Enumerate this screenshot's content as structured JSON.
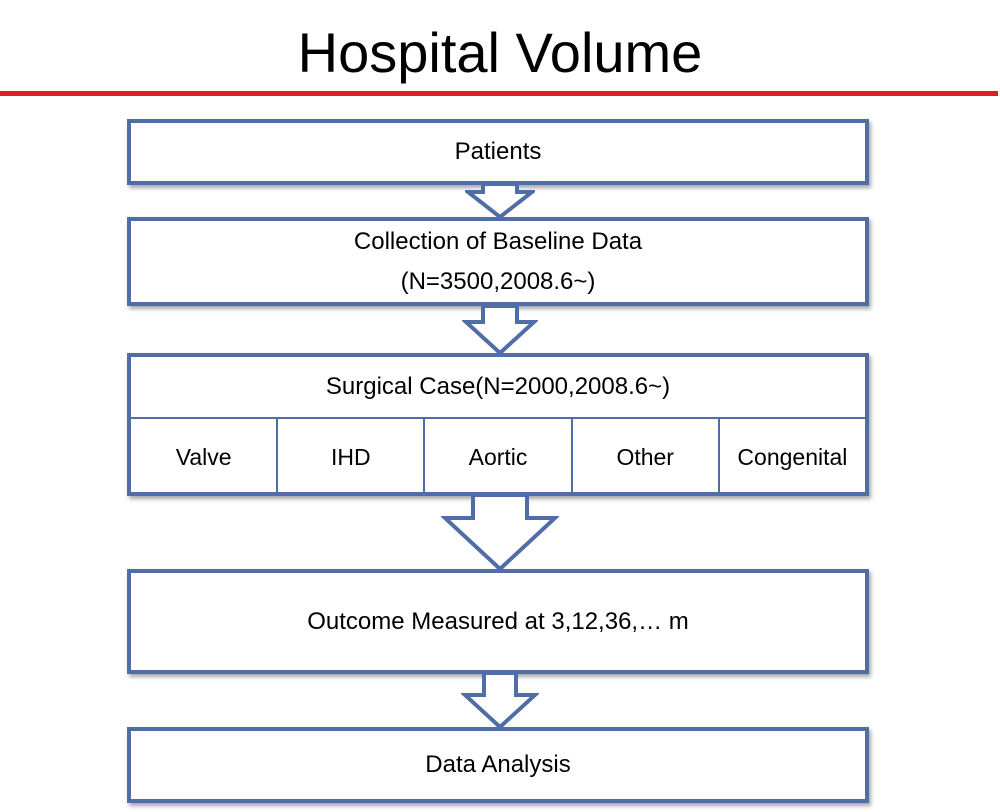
{
  "title": "Hospital Volume",
  "colors": {
    "accent_rule": "#e31b23",
    "box_border": "#4f6ea8"
  },
  "steps": {
    "patients": "Patients",
    "baseline": {
      "line1": "Collection of Baseline Data",
      "line2": "(N=3500,2008.6~)"
    },
    "surgical": {
      "title": "Surgical Case(N=2000,2008.6~)",
      "categories": [
        "Valve",
        "IHD",
        "Aortic",
        "Other",
        "Congenital"
      ]
    },
    "outcome": "Outcome Measured at 3,12,36,… m",
    "analysis": "Data Analysis"
  }
}
